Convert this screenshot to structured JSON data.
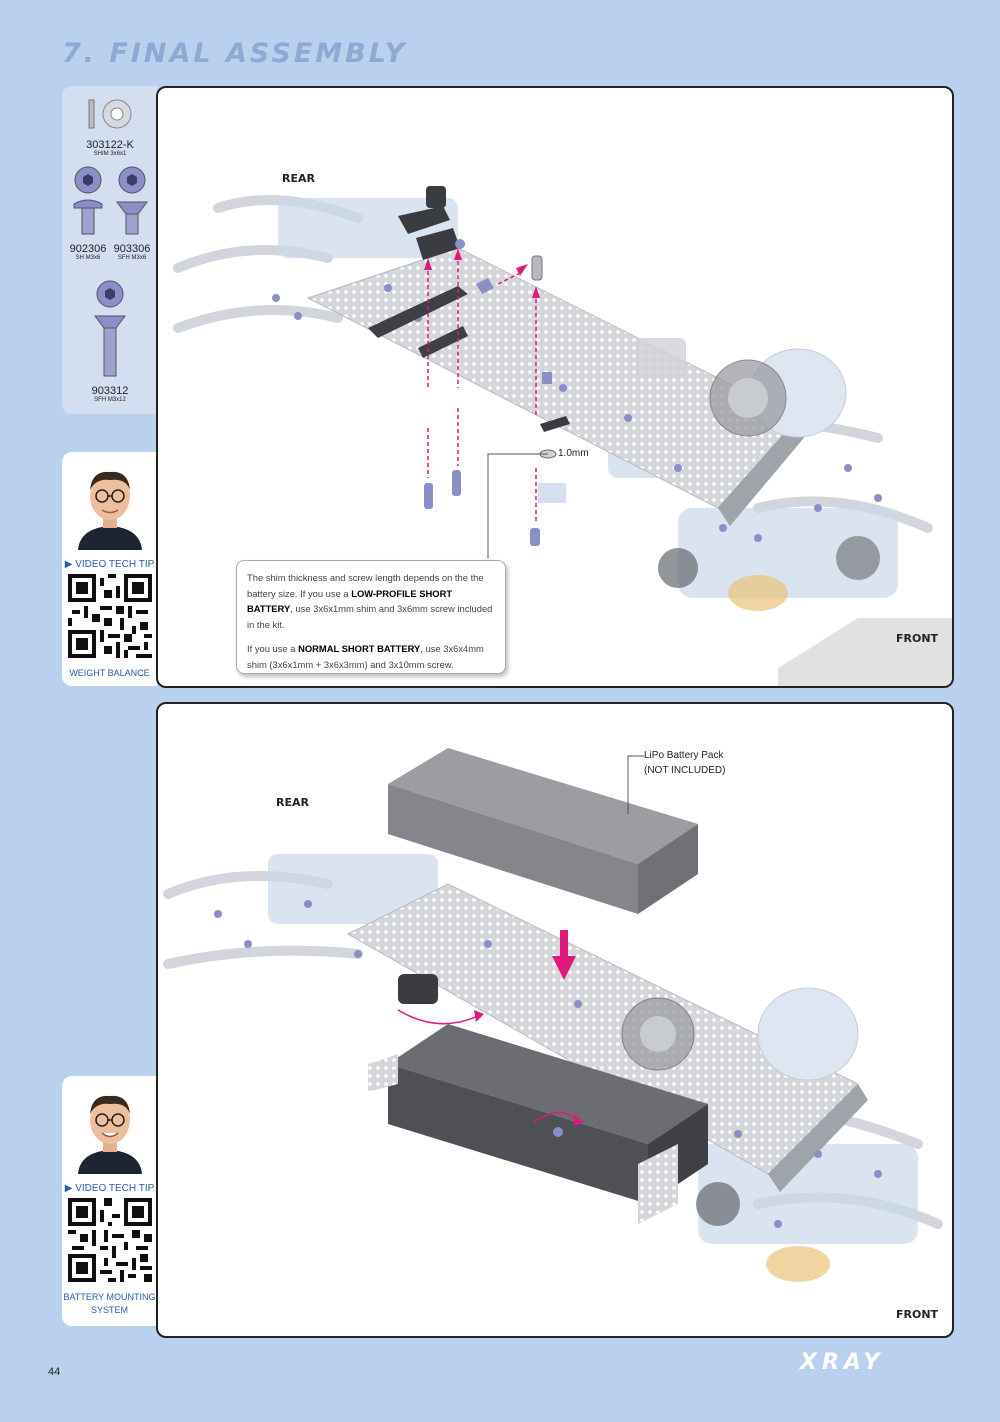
{
  "page_title": "7. FINAL ASSEMBLY",
  "parts": [
    {
      "code": "303122-K",
      "desc": "SHIM 3x6x1",
      "icon": "shim-icon"
    },
    {
      "code": "902306",
      "desc": "SH M3x6",
      "icon": "button-head-screw-icon"
    },
    {
      "code": "903306",
      "desc": "SFH M3x6",
      "icon": "flat-head-screw-icon"
    },
    {
      "code": "903312",
      "desc": "SFH M3x12",
      "icon": "long-flat-head-screw-icon"
    }
  ],
  "tips": [
    {
      "head": "VIDEO TECH TIP",
      "label": "WEIGHT BALANCE"
    },
    {
      "head": "VIDEO TECH TIP",
      "label": "BATTERY MOUNTING SYSTEM"
    }
  ],
  "step1": {
    "rear": "REAR",
    "front": "FRONT",
    "shim_label": "1.0mm",
    "note": {
      "p1_a": "The shim thickness and screw length depends on the the battery size. If you use a ",
      "p1_b": "LOW-PROFILE SHORT BATTERY",
      "p1_c": ", use 3x6x1mm shim and 3x6mm screw included in the kit.",
      "p2_a": "If you use a ",
      "p2_b": "NORMAL SHORT BATTERY",
      "p2_c": ", use 3x6x4mm shim (3x6x1mm + 3x6x3mm) and 3x10mm screw."
    }
  },
  "step2": {
    "rear": "REAR",
    "front": "FRONT",
    "battery_label_1": "LiPo Battery Pack",
    "battery_label_2": "(NOT INCLUDED)"
  },
  "page_number": "44",
  "brand": "XRAY",
  "colors": {
    "accent": "#e0197d",
    "background": "#b9d0ee",
    "title": "#8ea9d3"
  }
}
